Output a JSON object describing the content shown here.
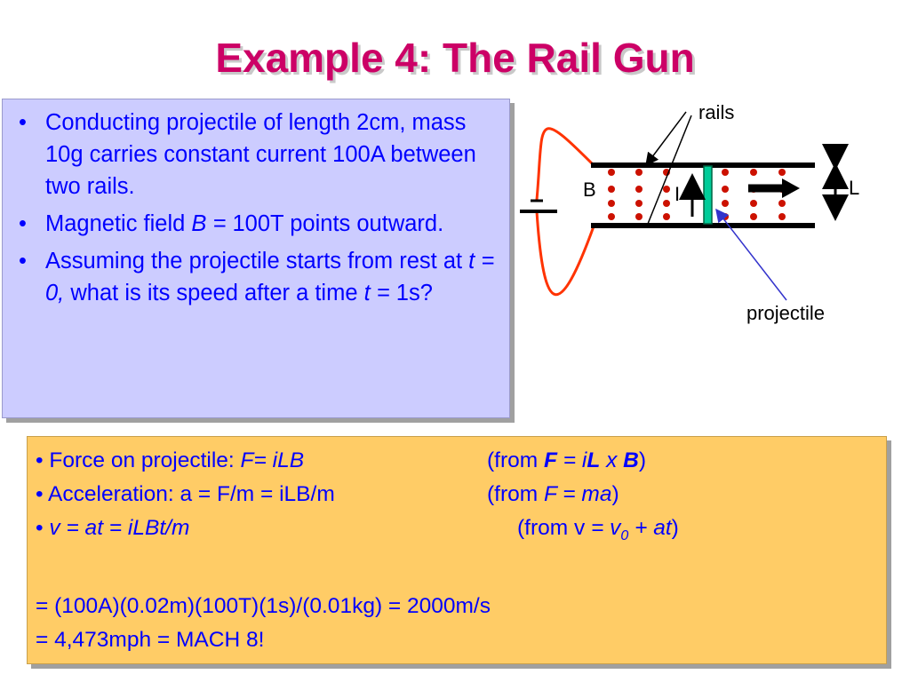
{
  "title": "Example 4: The Rail Gun",
  "problem": {
    "bullet1": "Conducting projectile of length 2cm, mass 10g carries constant current 100A between two rails.",
    "bullet2_pre": "Magnetic field ",
    "bullet2_var": "B",
    "bullet2_eq": " = ",
    "bullet2_post": "100T points outward.",
    "bullet3_pre": "Assuming the projectile starts from rest at ",
    "bullet3_t0": "t = 0,",
    "bullet3_mid": " what is its speed after a time ",
    "bullet3_t1": "t =",
    "bullet3_post": " 1s?"
  },
  "diagram": {
    "label_rails": "rails",
    "label_B": "B",
    "label_I": "I",
    "label_L": "L",
    "label_projectile": "projectile",
    "colors": {
      "wire": "#ff3300",
      "dots": "#cc1100",
      "projectile": "#00cc99",
      "pointer": "#3333cc"
    }
  },
  "solution": {
    "l1_pre": "• Force on projectile: ",
    "l1_eq": "F= iLB",
    "l1_from": "(from ",
    "l1_F": "F",
    "l1_eqs": " = ",
    "l1_i": "i",
    "l1_L": "L",
    "l1_x": " x ",
    "l1_B": "B",
    "l1_close": ")",
    "l2_pre": "• Acceleration: a = F/m = iLB/m",
    "l2_from": "(from ",
    "l2_eq": "F = ma",
    "l2_close": ")",
    "l3_bullet": "• ",
    "l3_eq": "v = at = iLBt/m",
    "l3_from": "(from v ",
    "l3_v0": "= v",
    "l3_sub": "0",
    "l3_at": " + at",
    "l3_close": ")",
    "l4": "= (100A)(0.02m)(100T)(1s)/(0.01kg) = 2000m/s",
    "l5": "= 4,473mph = MACH 8!"
  }
}
